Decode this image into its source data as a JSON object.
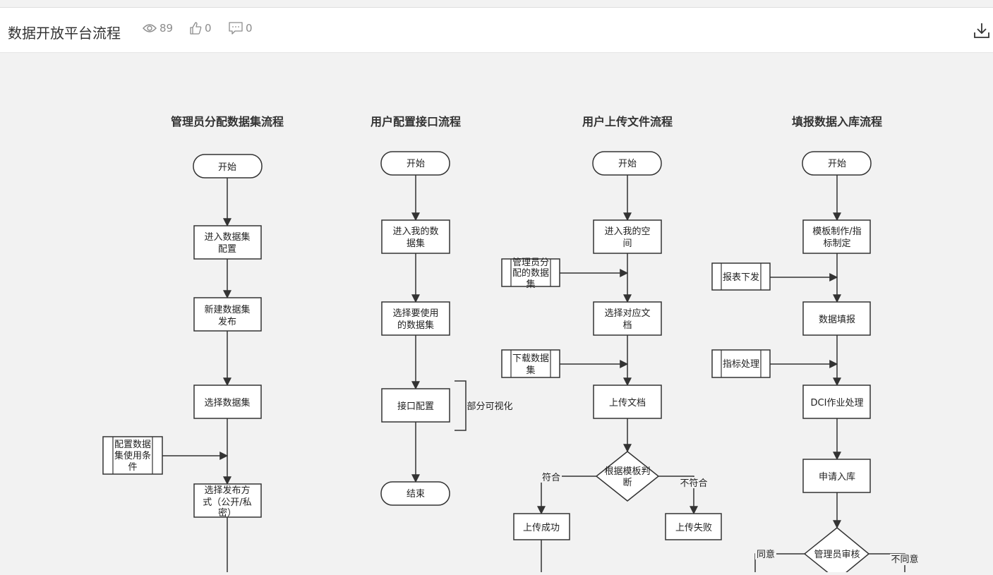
{
  "header": {
    "title": "数据开放平台流程",
    "views": "89",
    "likes": "0",
    "comments": "0"
  },
  "icons": [
    "eye-icon",
    "thumbs-up-icon",
    "comment-icon",
    "download-icon"
  ],
  "colors": {
    "canvas": "#f2f2f2",
    "stroke": "#333333",
    "header": "#ffffff"
  },
  "diagram": {
    "col1": {
      "title": "管理员分配数据集流程",
      "start": "开始",
      "step1": [
        "进入数据集",
        "配置"
      ],
      "step2": [
        "新建数据集",
        "发布"
      ],
      "step3": "选择数据集",
      "input1": [
        "配置数据",
        "集使用条",
        "件"
      ],
      "step4": [
        "选择发布方",
        "式（公开/私",
        "密）"
      ]
    },
    "col2": {
      "title": "用户配置接口流程",
      "start": "开始",
      "step1": [
        "进入我的数",
        "据集"
      ],
      "step2": [
        "选择要使用",
        "的数据集"
      ],
      "step3": "接口配置",
      "note": "部分可视化",
      "end": "结束"
    },
    "col3": {
      "title": "用户上传文件流程",
      "start": "开始",
      "step1": [
        "进入我的空",
        "间"
      ],
      "input1": [
        "管理员分",
        "配的数据",
        "集"
      ],
      "step2": [
        "选择对应文",
        "档"
      ],
      "input2": [
        "下载数据",
        "集"
      ],
      "step3": "上传文档",
      "decision": [
        "根据模板判",
        "断"
      ],
      "yes": "符合",
      "no": "不符合",
      "success": "上传成功",
      "fail": "上传失败"
    },
    "col4": {
      "title": "填报数据入库流程",
      "start": "开始",
      "step1": [
        "模板制作/指",
        "标制定"
      ],
      "input1": "报表下发",
      "step2": "数据填报",
      "input2": "指标处理",
      "step3": "DCI作业处理",
      "step4": "申请入库",
      "decision": "管理员审核",
      "yes": "同意",
      "no": "不同意"
    }
  }
}
